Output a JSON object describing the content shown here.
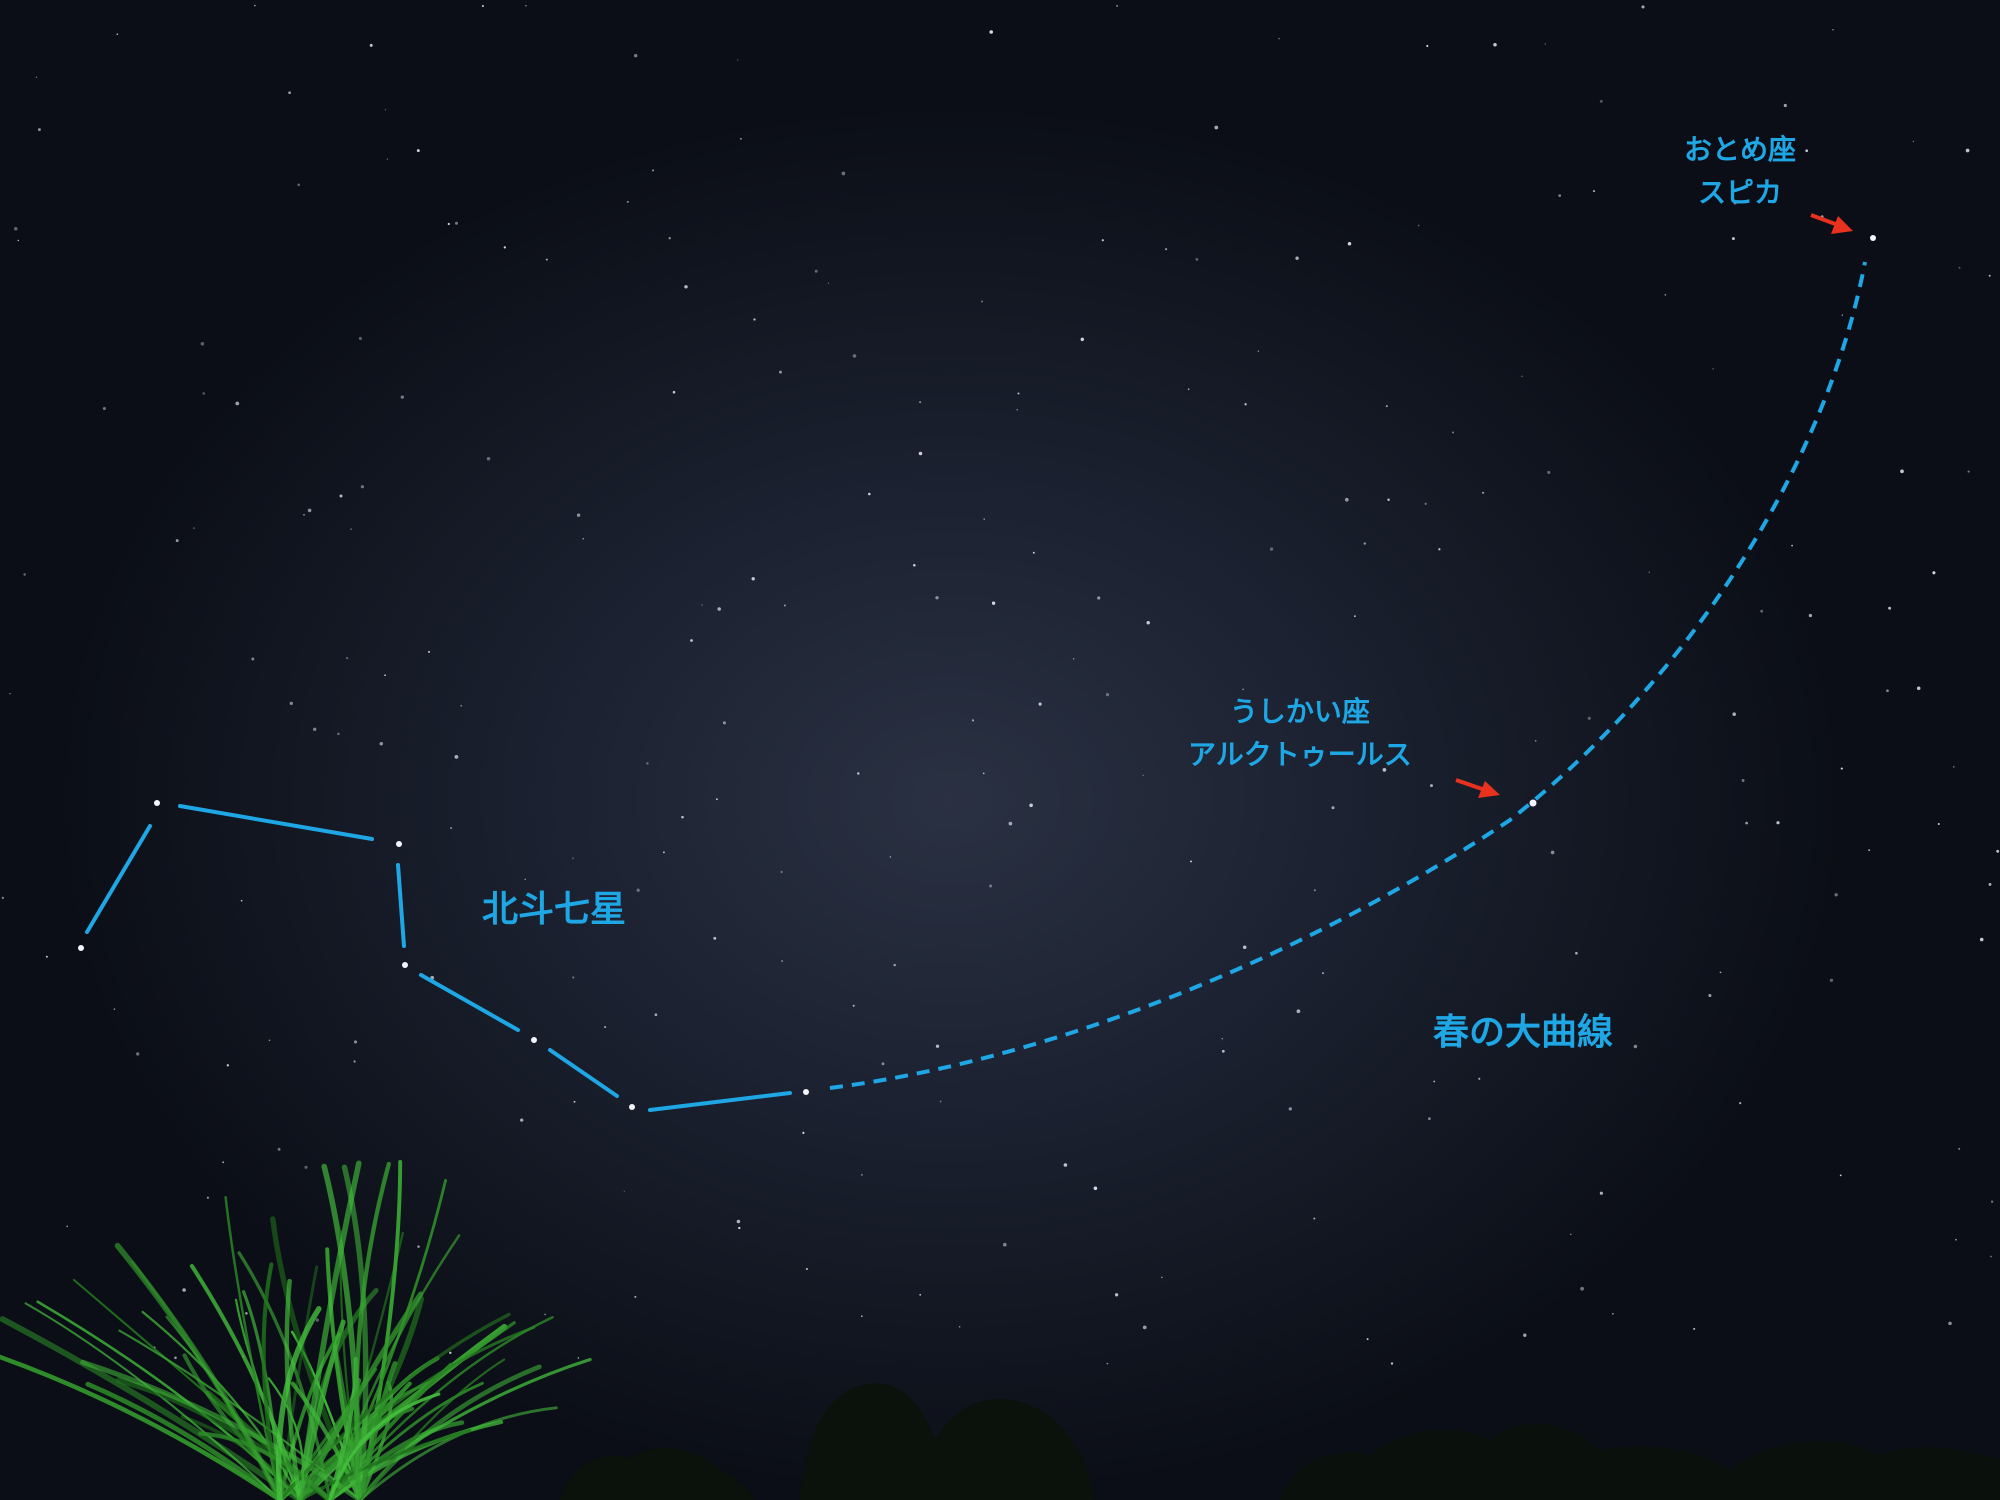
{
  "labels": {
    "big_dipper": "北斗七星",
    "spring_curve": "春の大曲線",
    "arcturus_constellation": "うしかい座",
    "arcturus_star": "アルクトゥールス",
    "spica_constellation": "おとめ座",
    "spica_star": "スピカ"
  },
  "colors": {
    "annotation": "#1ea7e4",
    "arrow": "#e8321e",
    "sky": "#161b27",
    "foliage": "#3f8f3a"
  }
}
